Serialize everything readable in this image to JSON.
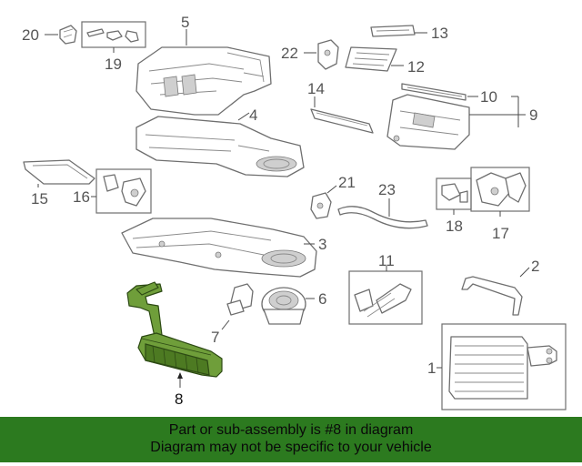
{
  "labels": {
    "p1": "1",
    "p2": "2",
    "p3": "3",
    "p4": "4",
    "p5": "5",
    "p6": "6",
    "p7": "7",
    "p8": "8",
    "p9": "9",
    "p10": "10",
    "p11": "11",
    "p12": "12",
    "p13": "13",
    "p14": "14",
    "p15": "15",
    "p16": "16",
    "p17": "17",
    "p18": "18",
    "p19": "19",
    "p20": "20",
    "p21": "21",
    "p22": "22",
    "p23": "23"
  },
  "highlight": {
    "part": "8",
    "color": "#6f9e3a"
  },
  "banner": {
    "line1": "Part or sub-assembly is #8 in diagram",
    "line2": "Diagram may not be specific to your vehicle",
    "color": "#2c7a1f"
  }
}
